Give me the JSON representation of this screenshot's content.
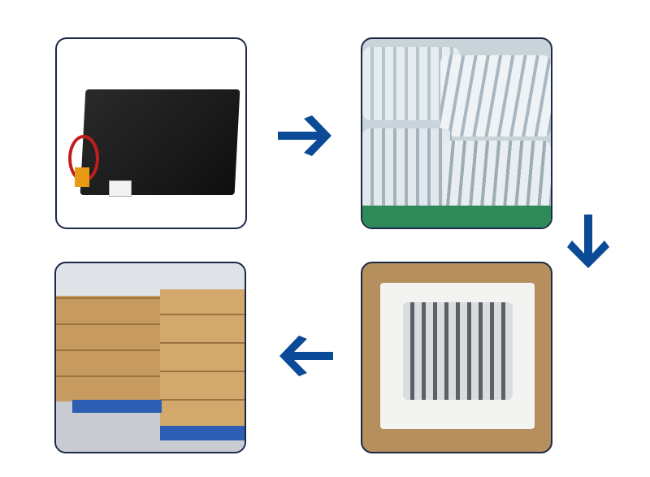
{
  "diagram": {
    "type": "process-flow",
    "steps": [
      {
        "image": "battery-pack"
      },
      {
        "image": "air-column-bubble-wrap"
      },
      {
        "image": "foam-lined-carton"
      },
      {
        "image": "palletized-cartons-warehouse"
      }
    ],
    "arrows": [
      "right-arrow-icon",
      "down-arrow-icon",
      "left-arrow-icon"
    ],
    "colors": {
      "arrow": "#0a4a96",
      "panel_border": "#1c2a48"
    }
  }
}
